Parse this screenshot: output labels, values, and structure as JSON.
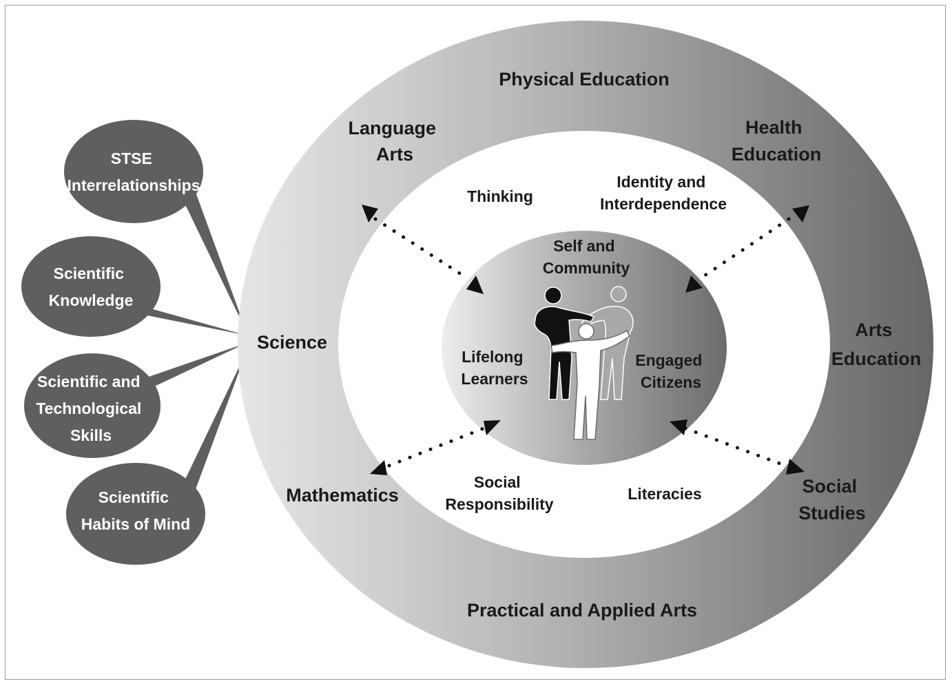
{
  "outer_ring": {
    "top": "Physical Education",
    "language_arts": [
      "Language",
      "Arts"
    ],
    "health_education": [
      "Health",
      "Education"
    ],
    "science": "Science",
    "arts_education": [
      "Arts",
      "Education"
    ],
    "mathematics": "Mathematics",
    "social_studies": [
      "Social",
      "Studies"
    ],
    "bottom": "Practical and Applied Arts"
  },
  "middle_ring": {
    "thinking": "Thinking",
    "identity": [
      "Identity and",
      "Interdependence"
    ],
    "social_responsibility": [
      "Social",
      "Responsibility"
    ],
    "literacies": "Literacies"
  },
  "center": {
    "top": [
      "Self and",
      "Community"
    ],
    "left": [
      "Lifelong",
      "Learners"
    ],
    "right": [
      "Engaged",
      "Citizens"
    ]
  },
  "bubbles": [
    {
      "lines": [
        "STSE",
        "Interrelationships"
      ]
    },
    {
      "lines": [
        "Scientific",
        "Knowledge"
      ]
    },
    {
      "lines": [
        "Scientific and",
        "Technological",
        "Skills"
      ]
    },
    {
      "lines": [
        "Scientific",
        "Habits of Mind"
      ]
    }
  ],
  "colors": {
    "ring_light": "#e4e4e4",
    "ring_dark": "#6a6a6a",
    "bubble": "#5f5f5f",
    "text": "#1a1a1a"
  }
}
